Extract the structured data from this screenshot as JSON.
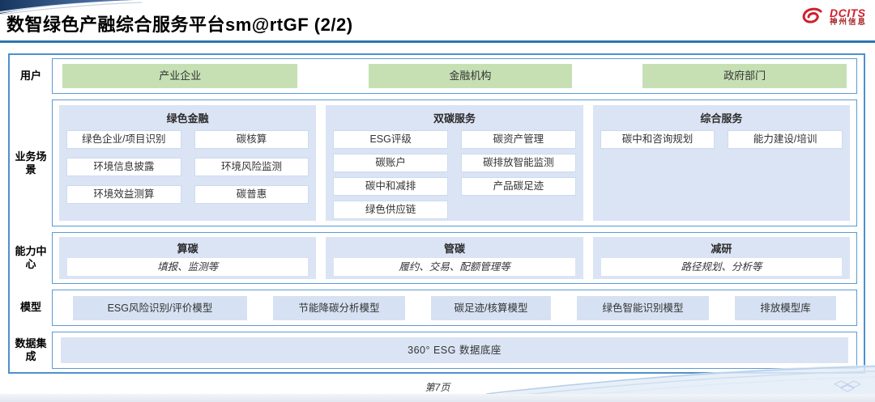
{
  "header": {
    "title": "数智绿色产融综合服务平台sm@rtGF (2/2)",
    "logo": {
      "brand": "DCITS",
      "sub": "神州信息"
    }
  },
  "rows": {
    "users": {
      "label": "用户",
      "items": [
        "产业企业",
        "金融机构",
        "政府部门"
      ]
    },
    "scenarios": {
      "label": "业务场景",
      "columns": [
        {
          "title": "绿色金融",
          "items": [
            "绿色企业/项目识别",
            "碳核算",
            "环境信息披露",
            "环境风险监测",
            "环境效益测算",
            "碳普惠"
          ]
        },
        {
          "title": "双碳服务",
          "items": [
            "ESG评级",
            "碳资产管理",
            "碳账户",
            "碳排放智能监测",
            "碳中和减排",
            "产品碳足迹",
            "绿色供应链"
          ]
        },
        {
          "title": "综合服务",
          "items": [
            "碳中和咨询规划",
            "能力建设/培训"
          ]
        }
      ]
    },
    "capabilities": {
      "label": "能力中心",
      "items": [
        {
          "title": "算碳",
          "desc": "填报、监测等"
        },
        {
          "title": "管碳",
          "desc": "履约、交易、配额管理等"
        },
        {
          "title": "减研",
          "desc": "路径规划、分析等"
        }
      ]
    },
    "models": {
      "label": "模型",
      "items": [
        "ESG风险识别/评价模型",
        "节能降碳分析模型",
        "碳足迹/核算模型",
        "绿色智能识别模型",
        "排放模型库"
      ]
    },
    "data": {
      "label": "数据集成",
      "item": "360° ESG 数据底座"
    }
  },
  "footer": {
    "page": "第7页"
  },
  "colors": {
    "frame_border": "#4f90cd",
    "box_border": "#5b9bd5",
    "light_blue_fill": "#dbe4f4",
    "green_fill": "#c6e0b4",
    "title_rule": "#2e74b5",
    "logo_red": "#cf1f2c"
  }
}
